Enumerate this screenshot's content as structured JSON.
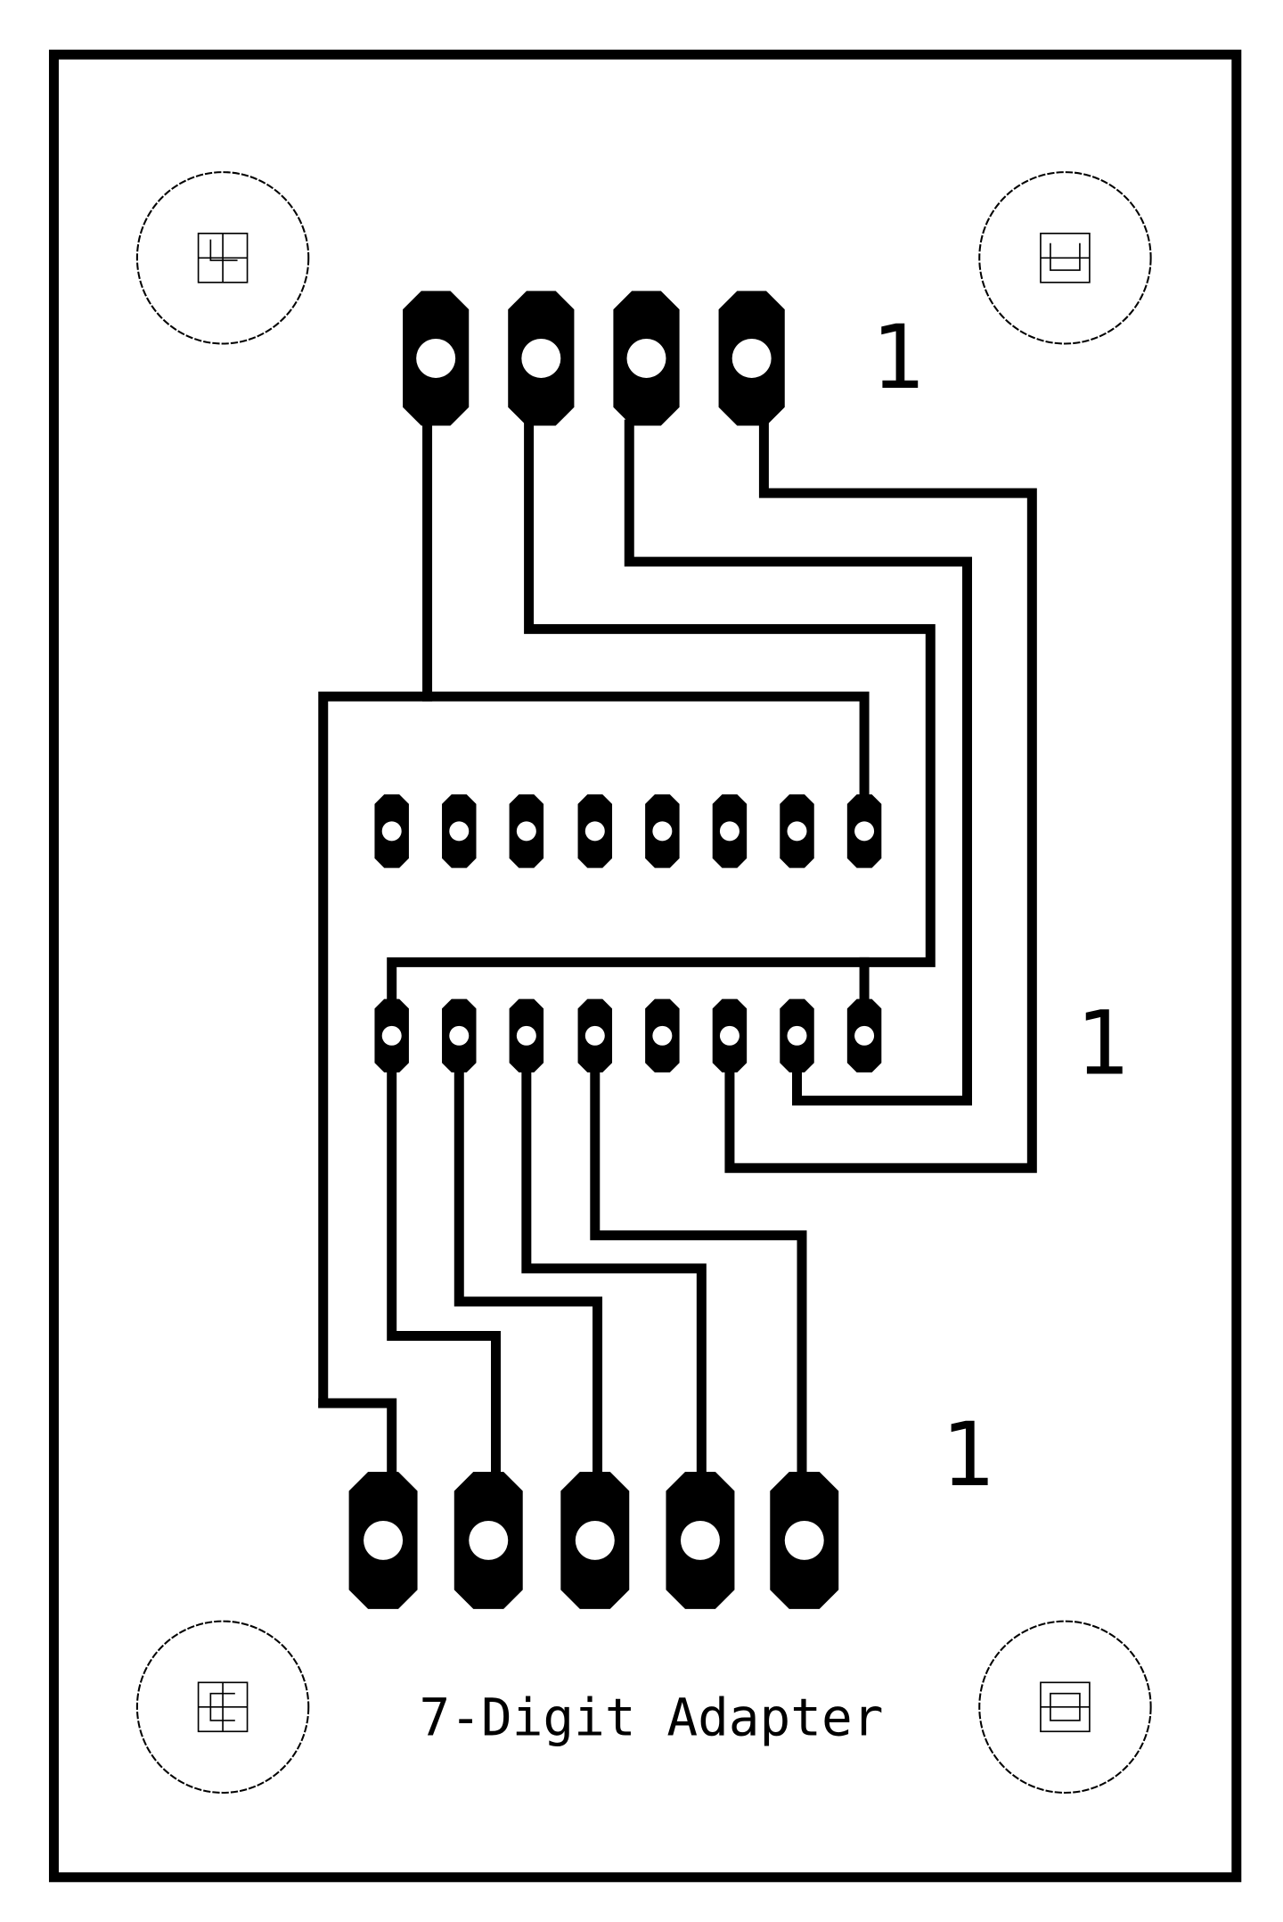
{
  "board": {
    "title": "7-Digit Adapter",
    "pin1_labels": [
      "1",
      "1",
      "1"
    ]
  },
  "colors": {
    "copper": "#000000",
    "background": "#ffffff"
  }
}
